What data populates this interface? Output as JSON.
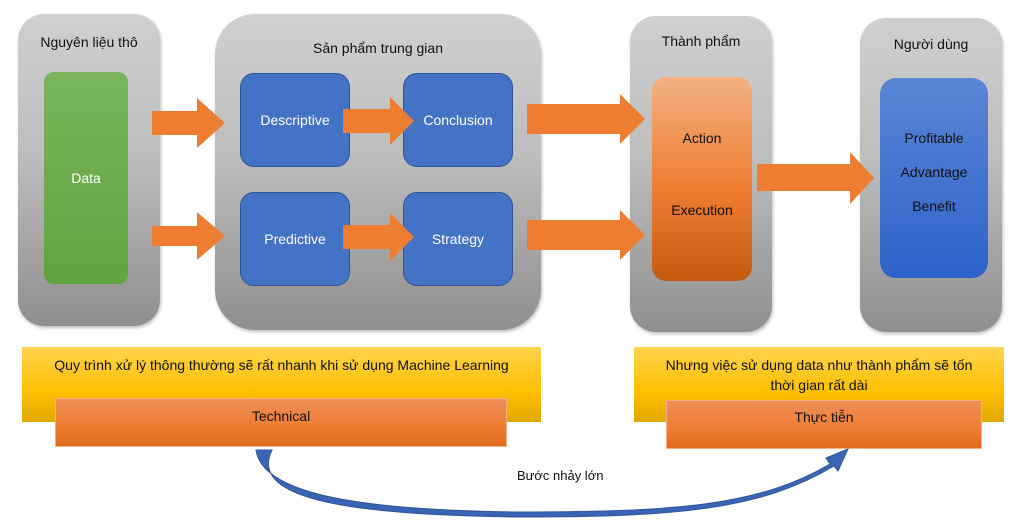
{
  "stages": {
    "raw": {
      "title": "Nguyên liệu thô",
      "item": "Data"
    },
    "intermediate": {
      "title": "Sản phẩm trung gian",
      "items": [
        "Descriptive",
        "Conclusion",
        "Predictive",
        "Strategy"
      ]
    },
    "finished": {
      "title": "Thành phẩm",
      "items": [
        "Action",
        "Execution"
      ]
    },
    "users": {
      "title": "Người dùng",
      "items": [
        "Profitable",
        "Advantage",
        "Benefit"
      ]
    }
  },
  "bottom": {
    "left_banner": "Quy trình xử lý thông thường sẽ rất nhanh khi sử dụng Machine Learning",
    "left_tag": "Technical",
    "right_banner": "Nhưng việc sử dụng data như thành phẩm sẽ tốn thời gian rất dài",
    "right_tag": "Thực tiễn",
    "jump_label": "Bước nhảy lớn"
  },
  "colors": {
    "arrow": "#ed7d31",
    "curve": "#2f5597",
    "box_blue": "#4472c4",
    "data_green": "#70ad47",
    "banner_yellow": "#ffc000"
  }
}
